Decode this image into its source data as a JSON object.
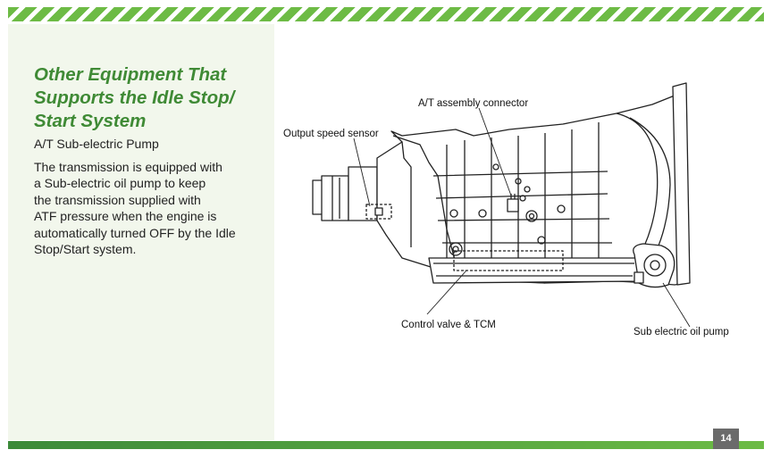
{
  "header": {
    "title": "Other Equipment That Supports the Idle Stop/ Start System",
    "title_lines": [
      "Other Equipment That",
      "Supports the Idle Stop/",
      "Start System"
    ]
  },
  "section": {
    "subtitle": "A/T Sub-electric Pump",
    "body_lines": [
      "The transmission is equipped with",
      "a Sub-electric oil pump to keep",
      "the transmission supplied with",
      "ATF pressure when the engine is",
      "automatically turned OFF by the Idle",
      "Stop/Start system."
    ]
  },
  "diagram": {
    "labels": {
      "at_connector": "A/T assembly connector",
      "output_sensor": "Output speed sensor",
      "control_valve": "Control valve & TCM",
      "sub_pump": "Sub electric oil pump"
    }
  },
  "footer": {
    "page_number": "14"
  },
  "colors": {
    "accent": "#6dbb45",
    "title": "#3f8a35",
    "panel": "#f2f7ec",
    "page_badge": "#6b6b6b"
  }
}
